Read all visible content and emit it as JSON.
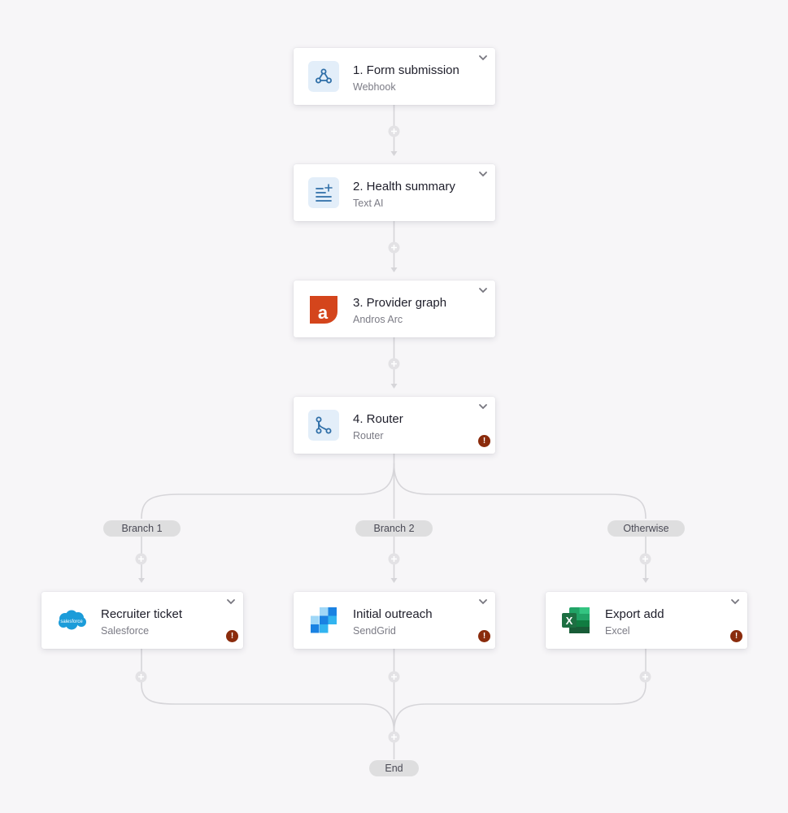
{
  "steps": [
    {
      "title": "1. Form submission",
      "subtitle": "Webhook",
      "icon": "webhook-icon",
      "warning": false
    },
    {
      "title": "2. Health summary",
      "subtitle": "Text AI",
      "icon": "text-ai-icon",
      "warning": false
    },
    {
      "title": "3. Provider graph",
      "subtitle": "Andros Arc",
      "icon": "andros-arc-logo",
      "warning": false
    },
    {
      "title": "4. Router",
      "subtitle": "Router",
      "icon": "router-icon",
      "warning": true
    }
  ],
  "branches": [
    {
      "label": "Branch 1",
      "title": "Recruiter ticket",
      "subtitle": "Salesforce",
      "icon": "salesforce-logo",
      "logo_text": "salesforce",
      "warning": true
    },
    {
      "label": "Branch 2",
      "title": "Initial outreach",
      "subtitle": "SendGrid",
      "icon": "sendgrid-logo",
      "warning": true
    },
    {
      "label": "Otherwise",
      "title": "Export add",
      "subtitle": "Excel",
      "icon": "excel-logo",
      "logo_text": "X",
      "warning": true
    }
  ],
  "end_label": "End",
  "warning_glyph": "!",
  "colors": {
    "background": "#f7f6f8",
    "connector": "#d6d5d9",
    "plus_fill": "#e3e2e5",
    "pill": "#dededf",
    "warning": "#8a2b0c",
    "icon_bg": "#e3eef9",
    "icon_stroke": "#2f6fa8",
    "andros": "#d4451c",
    "salesforce": "#1c9cd9",
    "sendgrid": "#1a82e2",
    "excel": "#1d6f42"
  }
}
